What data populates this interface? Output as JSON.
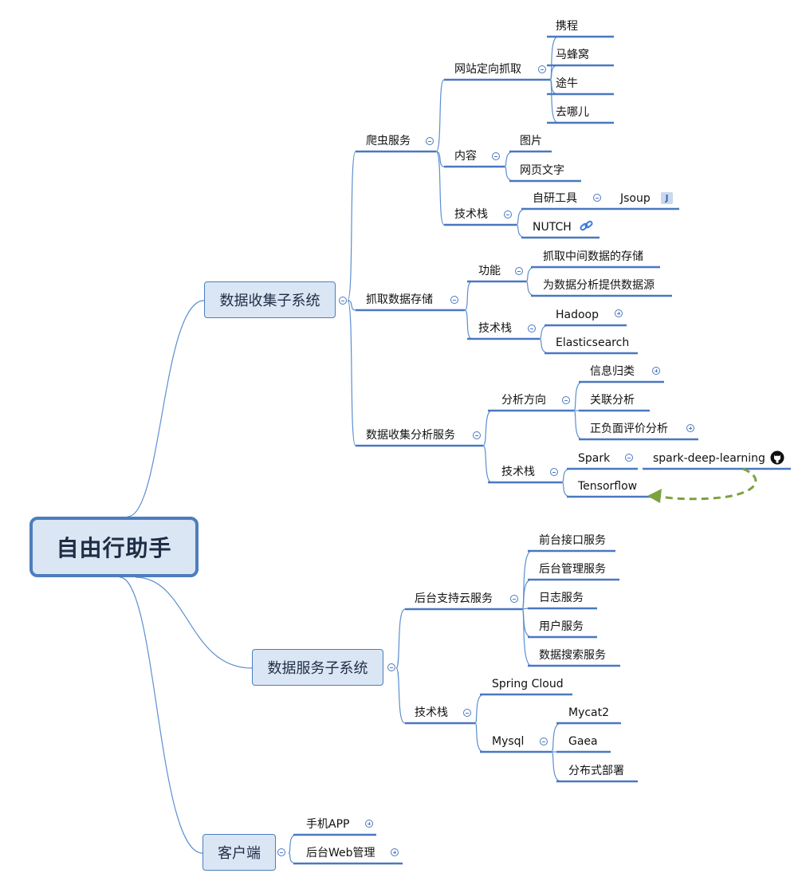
{
  "colors": {
    "connector": "#5b8fd1",
    "underline": "#4a78c0",
    "box_fill": "#dbe6f4",
    "box_border": "#4d7dbd",
    "relationship_arrow": "#7ba23f"
  },
  "root": {
    "label": "自由行助手"
  },
  "branches": {
    "data_collection": {
      "label": "数据收集子系统",
      "crawler": {
        "label": "爬虫服务",
        "targeted_crawl": {
          "label": "网站定向抓取",
          "sites": [
            "携程",
            "马蜂窝",
            "途牛",
            "去哪儿"
          ]
        },
        "content": {
          "label": "内容",
          "items": [
            "图片",
            "网页文字"
          ]
        },
        "tech": {
          "label": "技术栈",
          "self_dev": "自研工具",
          "jsoup": "Jsoup",
          "jsoup_icon": "J",
          "nutch": "NUTCH",
          "nutch_icon": "link-icon"
        }
      },
      "storage": {
        "label": "抓取数据存储",
        "features": {
          "label": "功能",
          "items": [
            "抓取中间数据的存储",
            "为数据分析提供数据源"
          ]
        },
        "tech": {
          "label": "技术栈",
          "items": [
            "Hadoop",
            "Elasticsearch"
          ]
        }
      },
      "analysis": {
        "label": "数据收集分析服务",
        "direction": {
          "label": "分析方向",
          "items": [
            "信息归类",
            "关联分析",
            "正负面评价分析"
          ]
        },
        "tech": {
          "label": "技术栈",
          "spark": "Spark",
          "spark_child": "spark-deep-learning",
          "spark_child_icon": "github-icon",
          "tensorflow": "Tensorflow"
        }
      }
    },
    "data_service": {
      "label": "数据服务子系统",
      "cloud": {
        "label": "后台支持云服务",
        "items": [
          "前台接口服务",
          "后台管理服务",
          "日志服务",
          "用户服务",
          "数据搜索服务"
        ]
      },
      "tech": {
        "label": "技术栈",
        "spring": "Spring Cloud",
        "mysql": "Mysql",
        "mysql_items": [
          "Mycat2",
          "Gaea",
          "分布式部署"
        ]
      }
    },
    "client": {
      "label": "客户端",
      "items": [
        "手机APP",
        "后台Web管理"
      ]
    }
  }
}
